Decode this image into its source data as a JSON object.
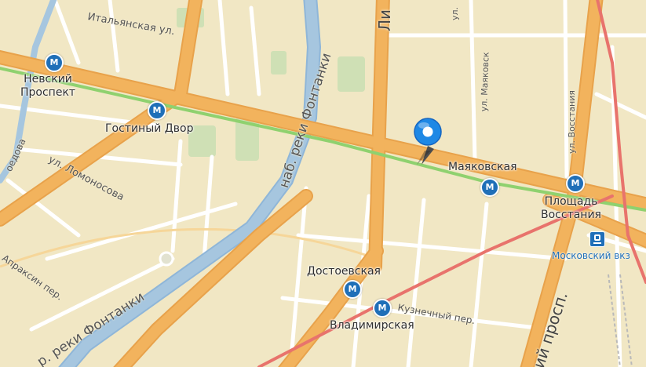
{
  "map": {
    "colors": {
      "background": "#f1e7c4",
      "block": "#f6eed2",
      "park": "#cfe0b5",
      "water": "#a6c6df",
      "major_road": "#f2b35d",
      "road_outline": "#e8a24b",
      "minor_road": "#ffffff",
      "metro_line_green": "#8fd16f",
      "rail_line_red": "#e8736c",
      "metro_icon": "#1f6fb8",
      "pin": "#1e88e5"
    },
    "metro_stations": [
      {
        "name_line1": "Невский",
        "name_line2": "Проспект",
        "icon": "metro-icon"
      },
      {
        "name": "Гостиный Двор",
        "icon": "metro-icon"
      },
      {
        "name": "Маяковская",
        "icon": "metro-icon"
      },
      {
        "name_line1": "Площадь",
        "name_line2": "Восстания",
        "icon": "metro-icon"
      },
      {
        "name": "Достоевская",
        "icon": "metro-icon"
      },
      {
        "name": "Владимирская",
        "icon": "metro-icon"
      }
    ],
    "railway_station": {
      "name": "Московский вкз",
      "icon": "railway-station-icon"
    },
    "streets": {
      "italyanskaya": "Итальянская ул.",
      "fontanka_upper": "наб. реки Фонтанки",
      "fontanka_lower": "р. реки Фонтанки",
      "lomonosova": "ул. Ломоносова",
      "liteyny": "Ли",
      "mayakovskogo": "ул. Маяковск",
      "vosstaniya": "ул. Восстания",
      "kuznechny": "Кузнечный пер.",
      "ligovsky": "ий просп.",
      "gorokhovaya": "оедова",
      "apraksin": "Апраксин пер.",
      "ul_top": "ул."
    },
    "marker": {
      "icon": "location-pin-icon"
    }
  }
}
